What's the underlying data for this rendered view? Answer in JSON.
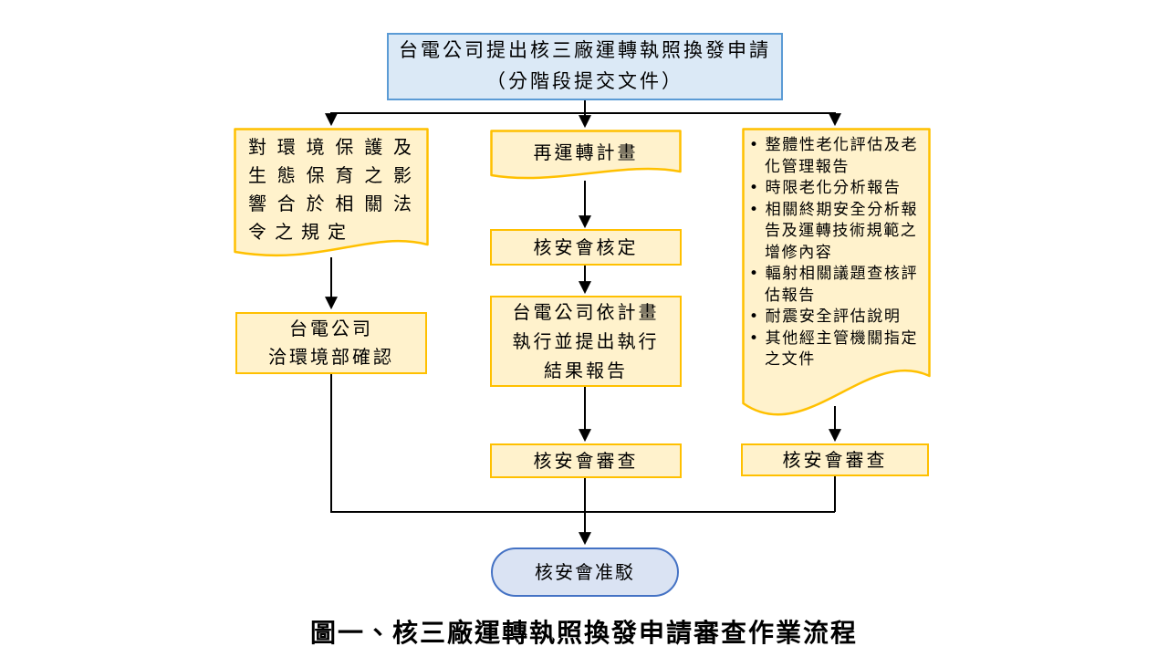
{
  "colors": {
    "process-fill": "#FFF2CC",
    "process-border": "#FFC000",
    "start-fill": "#DBE9F6",
    "start-border": "#5B9BD5",
    "terminal-fill": "#DAE3F3",
    "terminal-border": "#4472C4",
    "connector": "#000000",
    "text": "#000000"
  },
  "nodes": {
    "start": {
      "label": "台電公司提出核三廠運轉執照換發申請\n（分階段提交文件）"
    },
    "env_requirement": {
      "label": "對環境保護及生態保育之影響合於相關法令之規定"
    },
    "env_confirm": {
      "label": "台電公司\n洽環境部確認"
    },
    "restart_plan": {
      "label": "再運轉計畫"
    },
    "nsc_approval": {
      "label": "核安會核定"
    },
    "execute_report": {
      "label": "台電公司依計畫\n執行並提出執行\n結果報告"
    },
    "nsc_review_center": {
      "label": "核安會審查"
    },
    "submission_docs": {
      "items": [
        "整體性老化評估及老化管理報告",
        "時限老化分析報告",
        "相關終期安全分析報告及運轉技術規範之增修內容",
        "輻射相關議題查核評估報告",
        "耐震安全評估說明",
        "其他經主管機關指定之文件"
      ]
    },
    "nsc_review_right": {
      "label": "核安會審查"
    },
    "final_decision": {
      "label": "核安會准駁"
    }
  },
  "caption": "圖一、核三廠運轉執照換發申請審查作業流程"
}
